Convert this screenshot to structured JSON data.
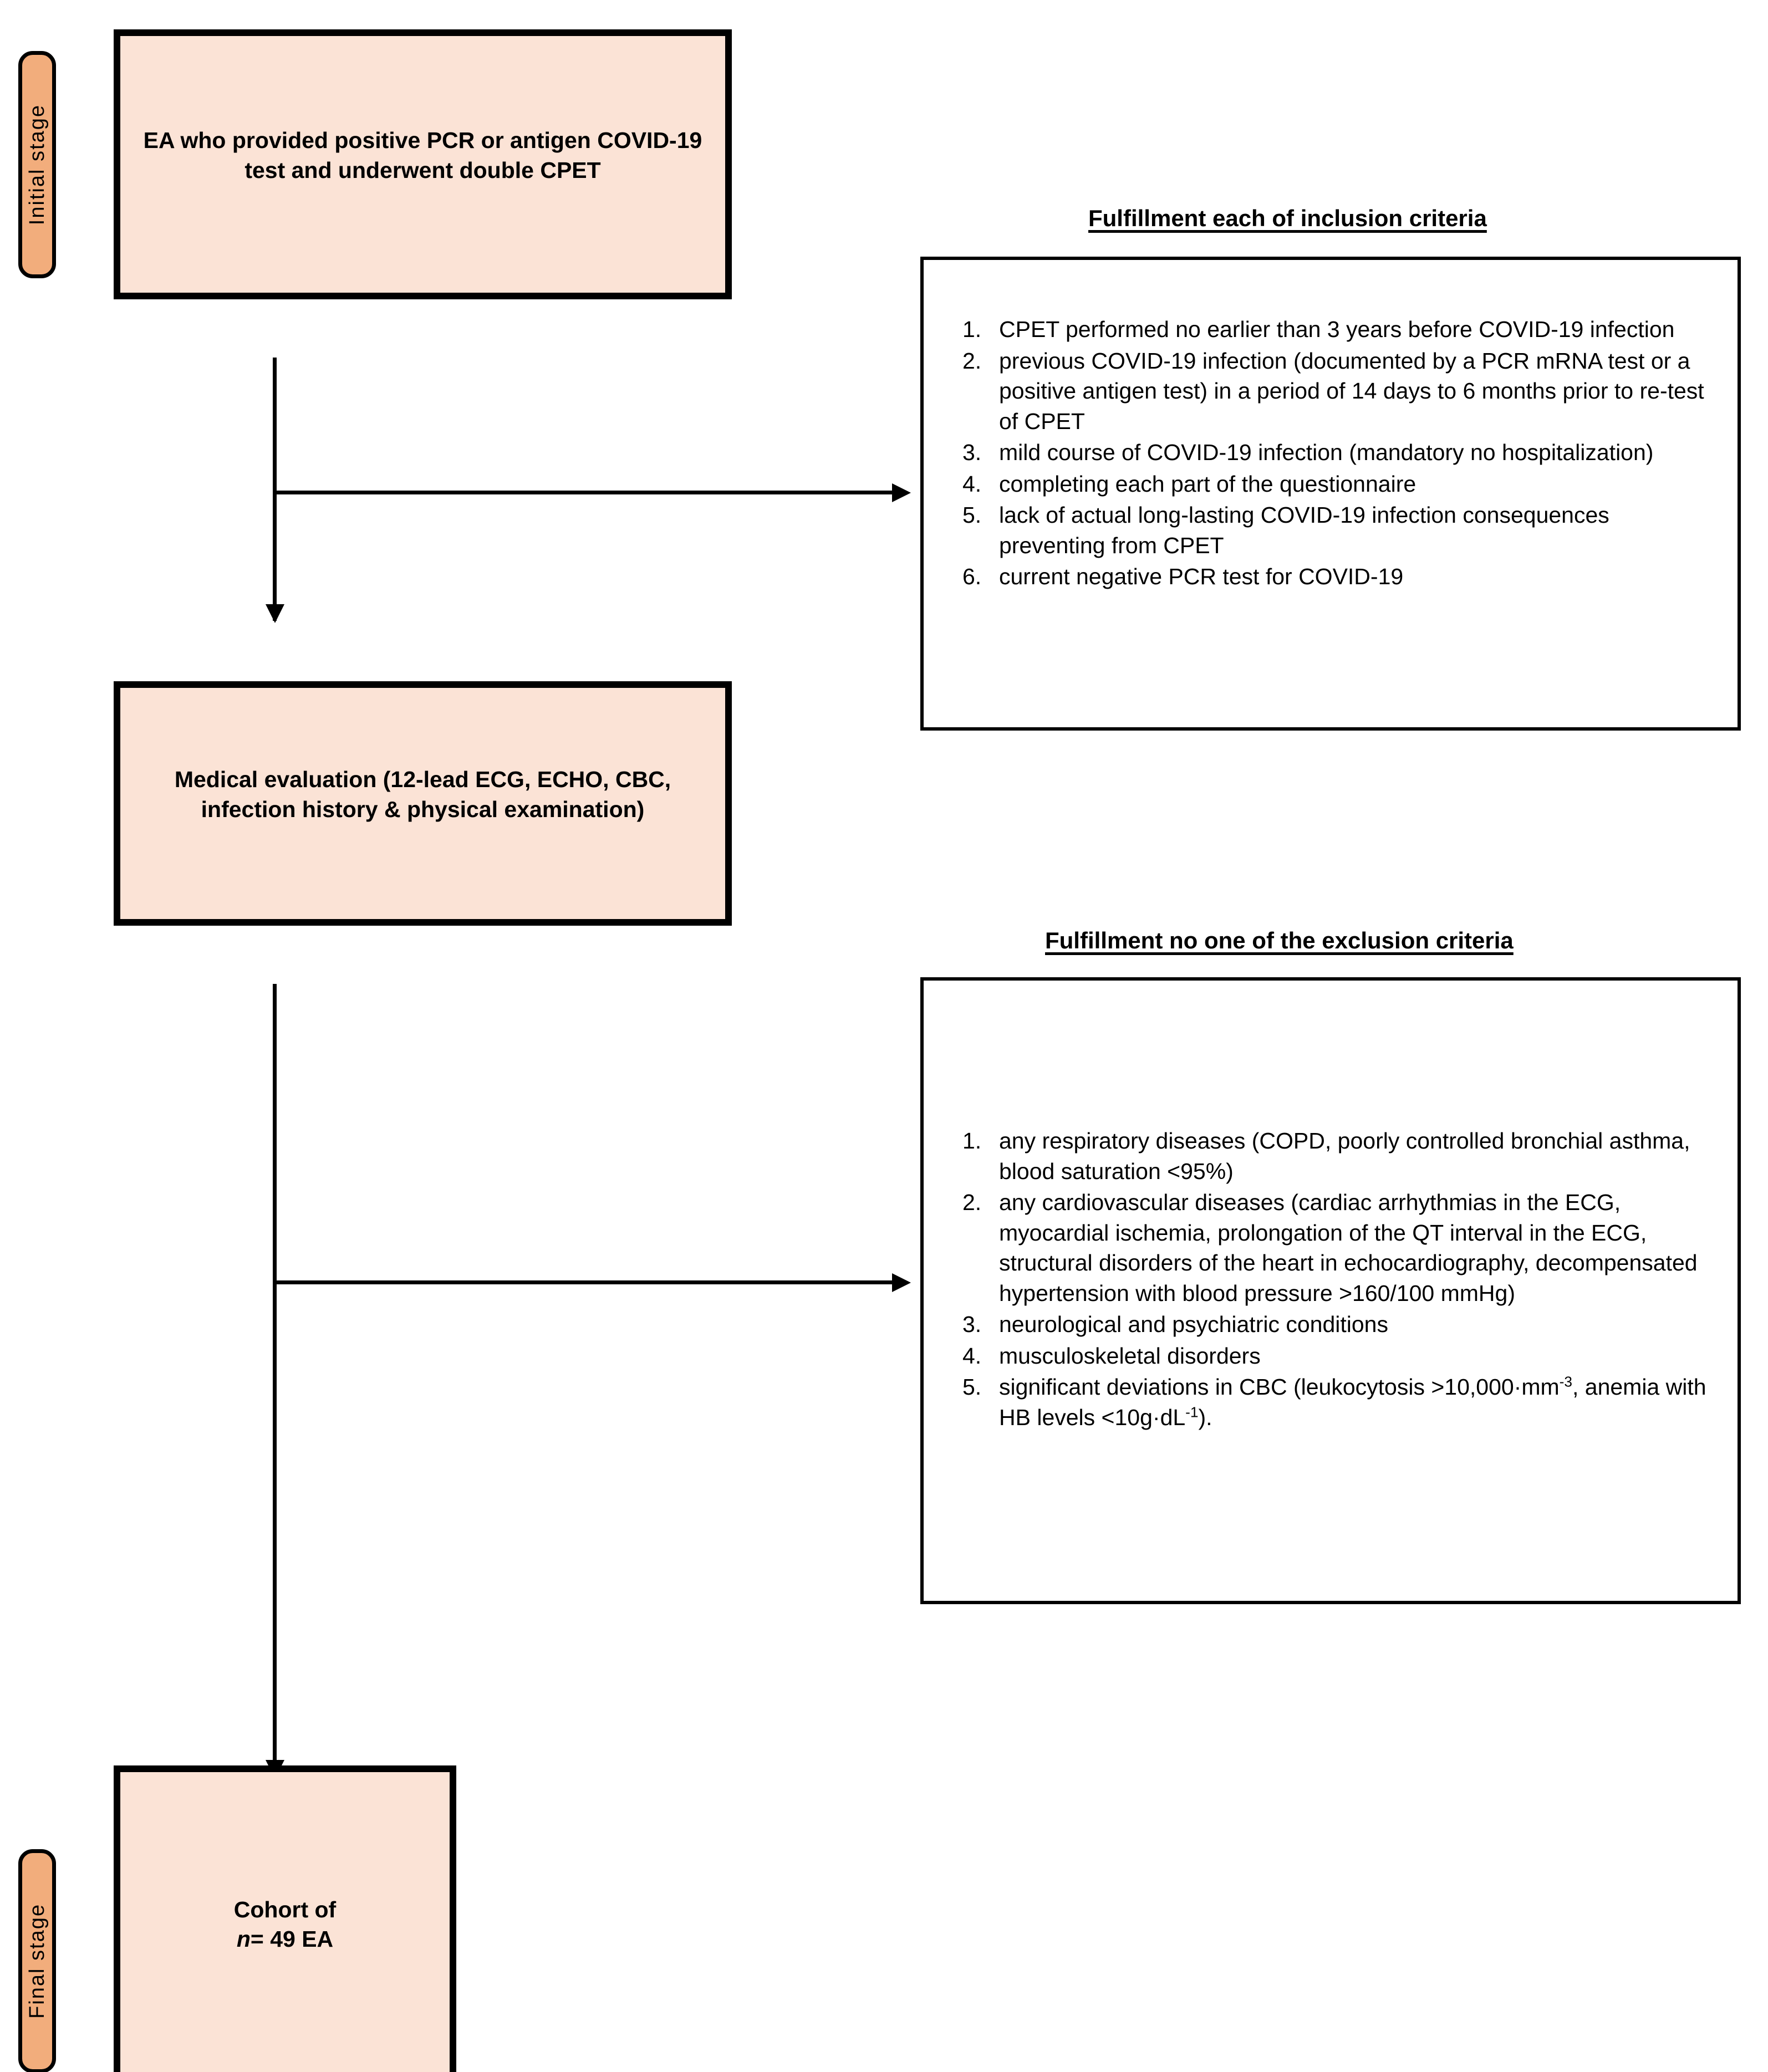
{
  "colors": {
    "stage_tab_fill": "#F2AD7C",
    "process_box_fill": "#FBE3D6",
    "outline": "#000000",
    "panel_fill": "#FFFFFF"
  },
  "stages": {
    "initial_label": "Initial stage",
    "final_label": "Final stage"
  },
  "boxes": {
    "initial": "EA who provided positive PCR or antigen COVID-19 test and underwent double CPET",
    "medical": "Medical evaluation (12-lead ECG, ECHO, CBC, infection history & physical examination)",
    "final_line1": "Cohort of",
    "final_line2_prefix": "n",
    "final_line2_rest": "= 49 EA"
  },
  "inclusion": {
    "heading": "Fulfillment each of inclusion criteria",
    "items": [
      {
        "number": "1.",
        "text": "CPET performed no earlier than 3 years before COVID-19 infection"
      },
      {
        "number": "2.",
        "text": "previous COVID-19 infection (documented by a PCR mRNA test or a positive antigen test) in a period of 14 days to 6 months prior to re-test of CPET"
      },
      {
        "number": "3.",
        "text": "mild course of COVID-19 infection (mandatory no hospitalization)"
      },
      {
        "number": "4.",
        "text": "completing each part of the questionnaire"
      },
      {
        "number": "5.",
        "text": "lack of actual long-lasting COVID-19 infection consequences preventing from CPET"
      },
      {
        "number": "6.",
        "text": "current negative PCR test for COVID-19"
      }
    ]
  },
  "exclusion": {
    "heading": "Fulfillment no one of the exclusion criteria",
    "items": [
      {
        "number": "1.",
        "text": "any respiratory diseases (COPD, poorly controlled bronchial asthma, blood saturation <95%)"
      },
      {
        "number": "2.",
        "text": "any cardiovascular diseases (cardiac arrhythmias in the ECG, myocardial ischemia, prolongation of the QT interval in the ECG, structural disorders of the heart in echocardiography, decompensated hypertension with blood pressure >160/100 mmHg)"
      },
      {
        "number": "3.",
        "text": "neurological and psychiatric conditions"
      },
      {
        "number": "4.",
        "text": "musculoskeletal disorders"
      },
      {
        "number": "5.",
        "text": "significant deviations in CBC (leukocytosis >10,000·mm-3, anemia with HB levels <10g·dL-1)."
      }
    ],
    "item5_parts": {
      "a": "significant deviations in CBC (leukocytosis >10,000·mm",
      "sup1": "-3",
      "b": ", anemia with HB levels <10g·dL",
      "sup2": "-1",
      "c": ")."
    }
  }
}
